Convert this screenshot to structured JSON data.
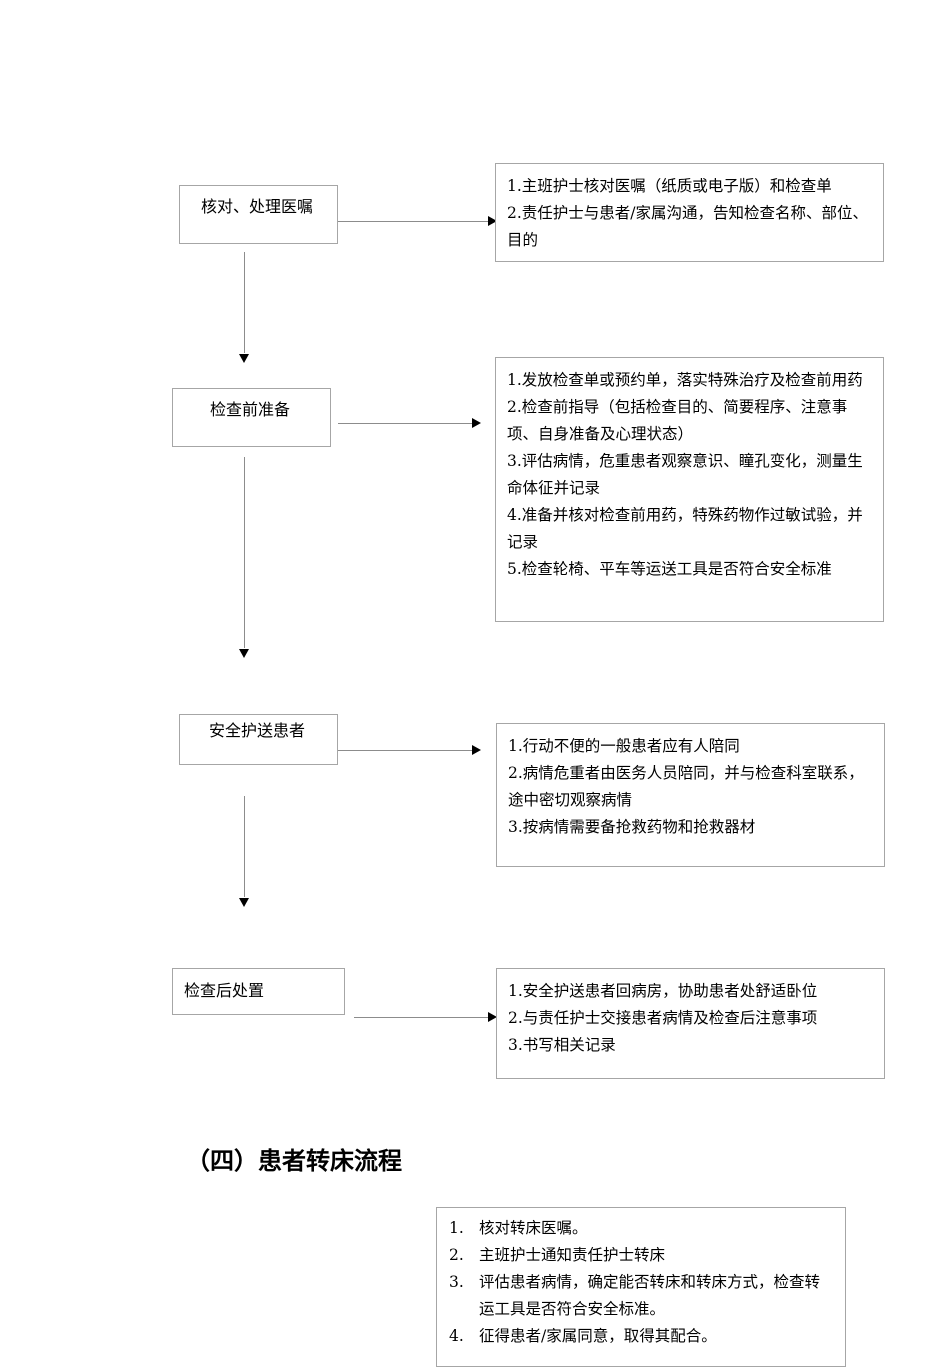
{
  "flow": {
    "steps": [
      {
        "label": "核对、处理医嘱",
        "details": [
          "1.主班护士核对医嘱（纸质或电子版）和检查单",
          "2.责任护士与患者/家属沟通，告知检查名称、部位、目的"
        ]
      },
      {
        "label": "检查前准备",
        "details": [
          "1.发放检查单或预约单，落实特殊治疗及检查前用药",
          "2.检查前指导（包括检查目的、简要程序、注意事项、自身准备及心理状态）",
          "3.评估病情，危重患者观察意识、瞳孔变化，测量生命体征并记录",
          "4.准备并核对检查前用药，特殊药物作过敏试验，并记录",
          "5.检查轮椅、平车等运送工具是否符合安全标准"
        ]
      },
      {
        "label": "安全护送患者",
        "details": [
          "1.行动不便的一般患者应有人陪同",
          "2.病情危重者由医务人员陪同，并与检查科室联系，途中密切观察病情",
          "3.按病情需要备抢救药物和抢救器材"
        ]
      },
      {
        "label": "检查后处置",
        "details": [
          "1.安全护送患者回病房，协助患者处舒适卧位",
          "2.与责任护士交接患者病情及检查后注意事项",
          "3.书写相关记录"
        ]
      }
    ]
  },
  "section": {
    "title": "（四）患者转床流程",
    "items": [
      {
        "num": "1.",
        "text": "核对转床医嘱。"
      },
      {
        "num": "2.",
        "text": "主班护士通知责任护士转床"
      },
      {
        "num": "3.",
        "text": "评估患者病情，确定能否转床和转床方式，检查转运工具是否符合安全标准。"
      },
      {
        "num": "4.",
        "text": "征得患者/家属同意，取得其配合。"
      }
    ]
  }
}
